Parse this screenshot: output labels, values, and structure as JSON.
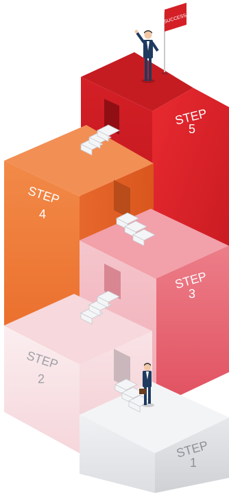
{
  "flag": {
    "text": "SUCCESS"
  },
  "steps": [
    {
      "word": "STEP",
      "number": "1"
    },
    {
      "word": "STEP",
      "number": "2"
    },
    {
      "word": "STEP",
      "number": "3"
    },
    {
      "word": "STEP",
      "number": "4"
    },
    {
      "word": "STEP",
      "number": "5"
    }
  ],
  "colors": {
    "step1": "#e6e7ea",
    "step2": "#f7dde1",
    "step3": "#ea6f7c",
    "step4": "#f07a3a",
    "step5": "#e3242b",
    "background": "#ffffff"
  },
  "icons": [
    "businessman-with-briefcase-icon",
    "businessman-with-raised-fist-icon",
    "success-flag-icon",
    "staircase-icon"
  ]
}
